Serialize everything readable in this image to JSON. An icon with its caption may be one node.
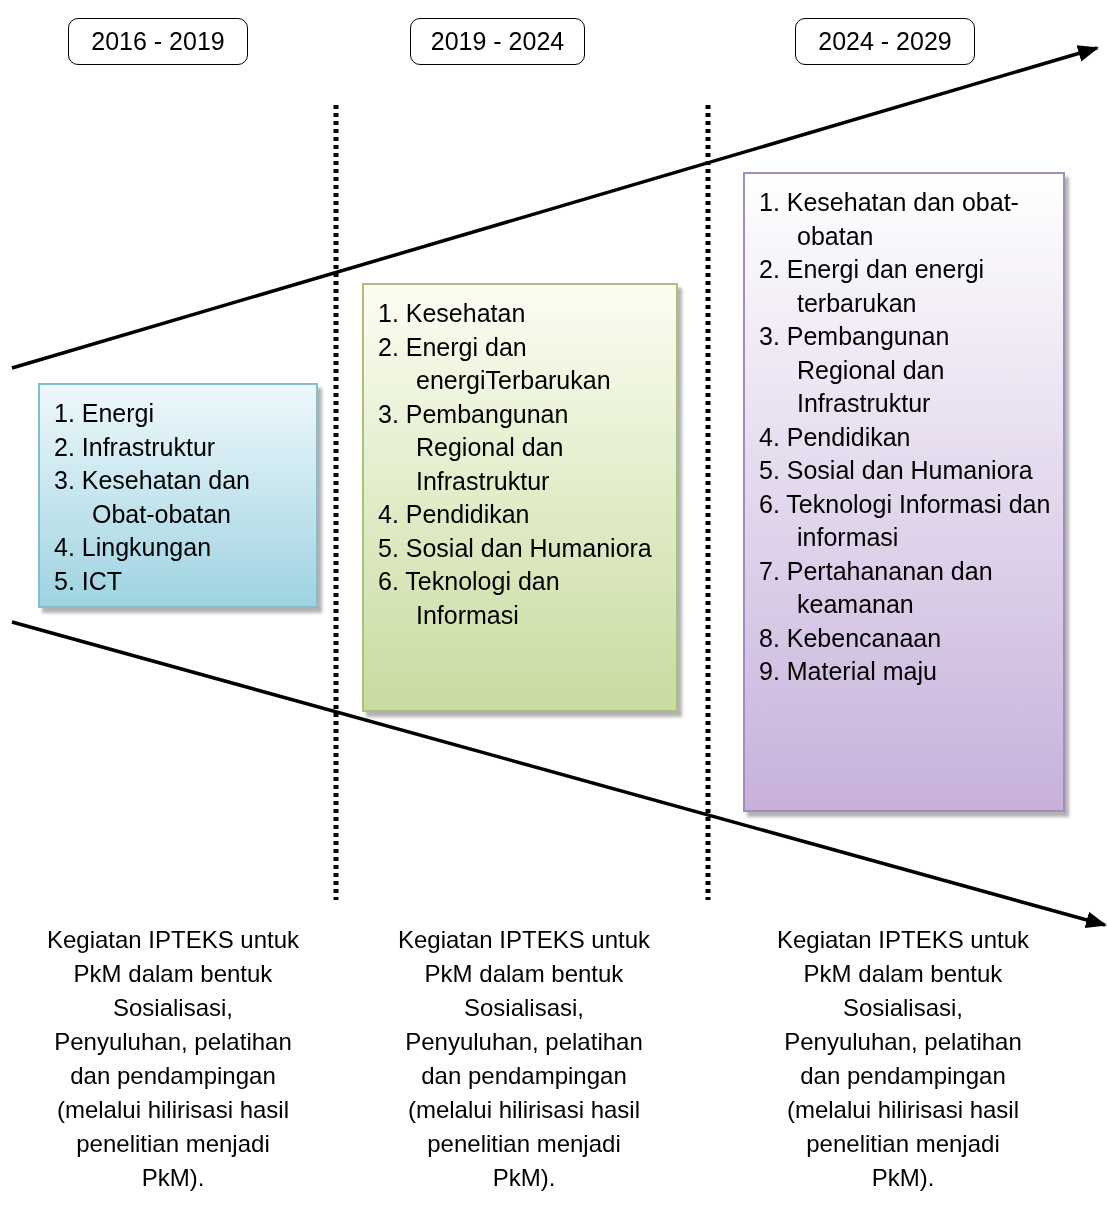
{
  "diagram": {
    "nodes": [
      {
        "text": [
          "2016 - 2019"
        ]
      },
      {
        "text": [
          "2019 - 2024"
        ]
      },
      {
        "text": [
          "2024 - 2029"
        ]
      },
      {
        "text": [
          "1. Energi",
          "2. Infrastruktur",
          "3. Kesehatan dan Obat-obatan",
          "4. Lingkungan",
          "5. ICT"
        ]
      },
      {
        "text": [
          "1. Kesehatan",
          "2. Energi dan energiTerbarukan",
          "3. Pembangunan Regional dan Infrastruktur",
          "4. Pendidikan",
          "5. Sosial dan Humaniora",
          "6. Teknologi dan Informasi"
        ]
      },
      {
        "text": [
          "1. Kesehatan dan obat-obatan",
          "2. Energi dan energi terbarukan",
          "3. Pembangunan Regional dan Infrastruktur",
          "4. Pendidikan",
          "5. Sosial dan Humaniora",
          "6. Teknologi Informasi dan informasi",
          "7. Pertahananan dan keamanan",
          "8. Kebencanaan",
          "9. Material maju"
        ]
      }
    ],
    "edges": [],
    "labels": [
      "Kegiatan IPTEKS untuk PkM dalam bentuk Sosialisasi, Penyuluhan, pelatihan dan pendampingan (melalui hilirisasi hasil penelitian menjadi PkM).",
      "Kegiatan IPTEKS untuk PkM dalam bentuk Sosialisasi, Penyuluhan, pelatihan dan pendampingan (melalui hilirisasi hasil penelitian menjadi PkM).",
      "Kegiatan IPTEKS untuk PkM dalam bentuk Sosialisasi, Penyuluhan, pelatihan dan pendampingan (melalui hilirisasi hasil penelitian menjadi PkM)."
    ]
  }
}
